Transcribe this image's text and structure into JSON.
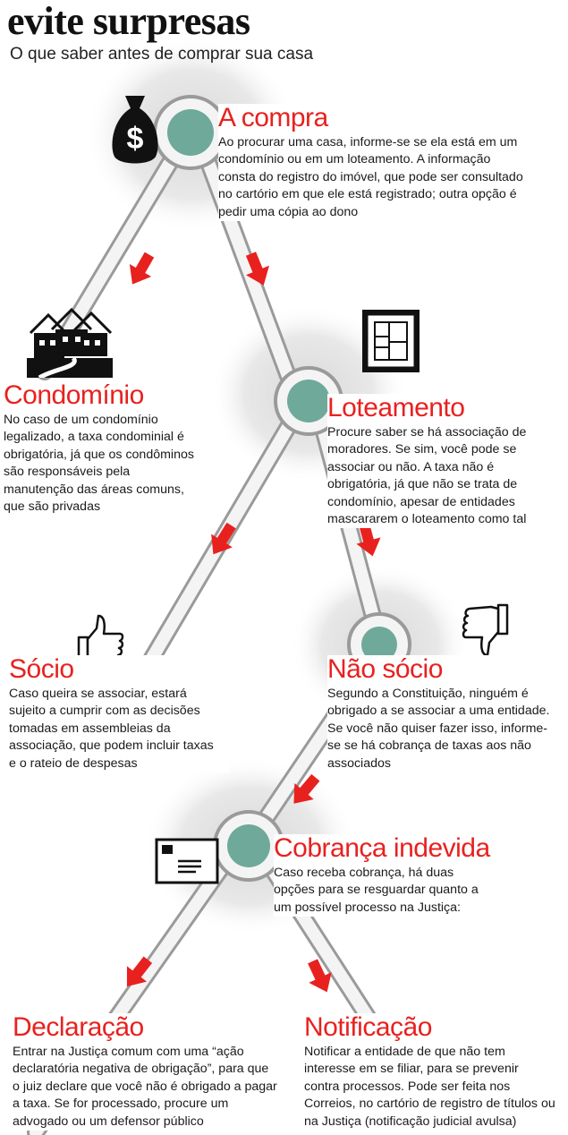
{
  "title": "evite surpresas",
  "subtitle": "O que saber antes de comprar sua casa",
  "nodes": {
    "compra": {
      "heading": "A compra",
      "text": "Ao procurar uma casa, informe-se se ela está em um condomínio ou em um loteamento. A informação consta do registro do imóvel, que pode ser consultado no cartório em que ele está registrado; outra opção é pedir uma cópia ao dono"
    },
    "condominio": {
      "heading": "Condomínio",
      "text": "No caso de um condomínio legalizado, a taxa condominial é obrigatória, já que os condôminos são responsáveis pela manutenção das áreas comuns, que são privadas"
    },
    "loteamento": {
      "heading": "Loteamento",
      "text": "Procure saber se há associação de moradores. Se sim, você pode se associar ou não. A taxa não é obrigatória, já que não se trata de condomínio, apesar de entidades mascararem o loteamento como tal"
    },
    "socio": {
      "heading": "Sócio",
      "text": "Caso queira se associar, estará sujeito a cumprir com as decisões tomadas em assembleias da associação, que podem incluir taxas e o rateio de despesas"
    },
    "nao_socio": {
      "heading": "Não sócio",
      "text": "Segundo a Constituição, ninguém é obrigado a se associar a uma entidade. Se você não quiser fazer isso, informe-se se há cobrança de taxas aos não associados"
    },
    "cobranca": {
      "heading": "Cobrança indevida",
      "text": "Caso receba cobrança, há duas opções para se resguardar quanto a um possível processo na Justiça:"
    },
    "declaracao": {
      "heading": "Declaração",
      "text": "Entrar na Justiça comum com uma “ação declaratória negativa de obrigação”, para que o juiz declare que você não é obrigado a pagar a taxa. Se for processado, procure um advogado ou um defensor público"
    },
    "notificacao": {
      "heading": "Notificação",
      "text": "Notificar a entidade de que não tem interesse em se filiar, para se prevenir contra processos. Pode ser feita nos Correios, no cartório de registro de títulos ou na Justiça (notificação judicial avulsa)"
    }
  },
  "icons": {
    "compra": "money-bag-icon",
    "condominio": "houses-icon",
    "loteamento": "lot-map-icon",
    "socio": "thumbs-up-icon",
    "nao_socio": "thumbs-down-icon",
    "cobranca": "envelope-icon"
  },
  "colors": {
    "heading": "#e8211f",
    "arrow": "#e8211f",
    "roundabout": "#6fa99a",
    "road_edge": "#9a9a9a"
  }
}
